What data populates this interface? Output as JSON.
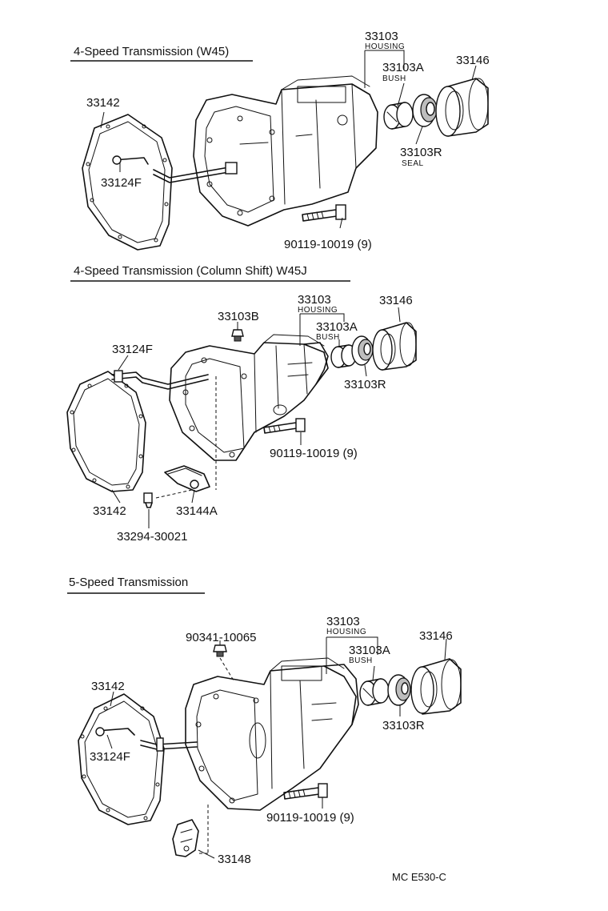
{
  "sections": [
    {
      "title": "4-Speed Transmission (W45)",
      "labels": {
        "housing_no": "33103",
        "housing_sub": "HOUSING",
        "bush_no": "33103A",
        "bush_sub": "BUSH",
        "cover_no": "33146",
        "gasket_no": "33142",
        "rod_no": "33124F",
        "seal_no": "33103R",
        "seal_sub": "SEAL",
        "bolt_no": "90119-10019 (9)"
      }
    },
    {
      "title": "4-Speed Transmission (Column Shift) W45J",
      "labels": {
        "housing_no": "33103",
        "housing_sub": "HOUSING",
        "bush_no": "33103A",
        "bush_sub": "BUSH",
        "plug_no": "33103B",
        "cover_no": "33146",
        "rod_no": "33124F",
        "seal_no": "33103R",
        "bolt_no": "90119-10019 (9)",
        "gasket_no": "33142",
        "cover2_no": "33144A",
        "bolt2_no": "33294-30021"
      }
    },
    {
      "title": "5-Speed Transmission",
      "labels": {
        "housing_no": "33103",
        "housing_sub": "HOUSING",
        "bush_no": "33103A",
        "bush_sub": "BUSH",
        "plug_no": "90341-10065",
        "cover_no": "33146",
        "gasket_no": "33142",
        "rod_no": "33124F",
        "seal_no": "33103R",
        "bolt_no": "90119-10019 (9)",
        "bracket_no": "33148"
      }
    }
  ],
  "footer": {
    "code": "MC  E530-C"
  }
}
